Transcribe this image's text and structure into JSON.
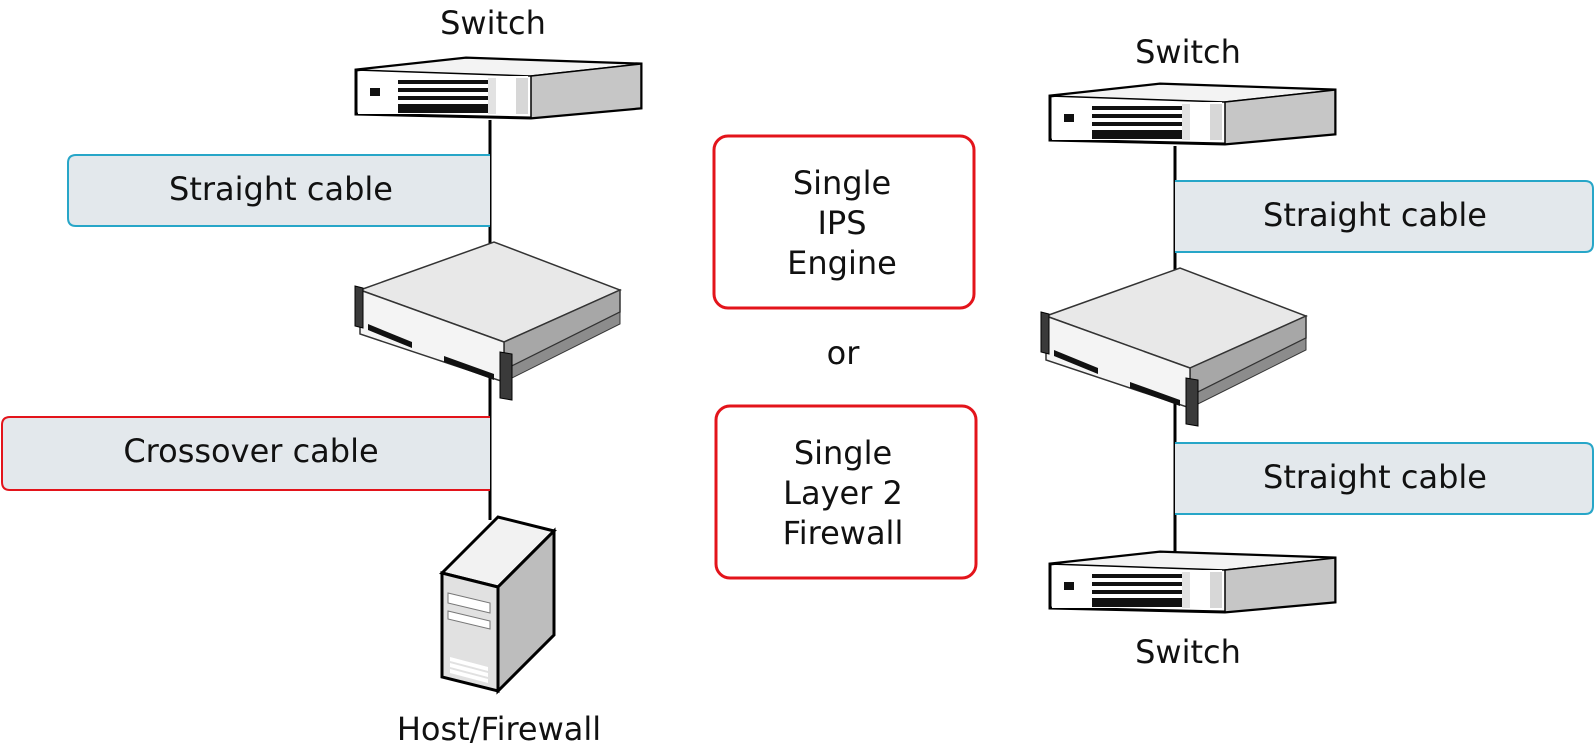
{
  "left": {
    "top_device_label": "Switch",
    "cable_top": "Straight cable",
    "cable_bottom": "Crossover cable",
    "bottom_device_label": "Host/Firewall"
  },
  "middle": {
    "box_top_lines": [
      "Single",
      "IPS",
      "Engine"
    ],
    "or": "or",
    "box_bottom_lines": [
      "Single",
      "Layer 2",
      "Firewall"
    ]
  },
  "right": {
    "top_device_label": "Switch",
    "cable_top": "Straight cable",
    "cable_bottom": "Straight cable",
    "bottom_device_label": "Switch"
  },
  "colors": {
    "straight_border": "#27a6c8",
    "crossover_border": "#e3141b",
    "label_fill": "#e3e8ec",
    "engine_box_border": "#e3141b"
  }
}
